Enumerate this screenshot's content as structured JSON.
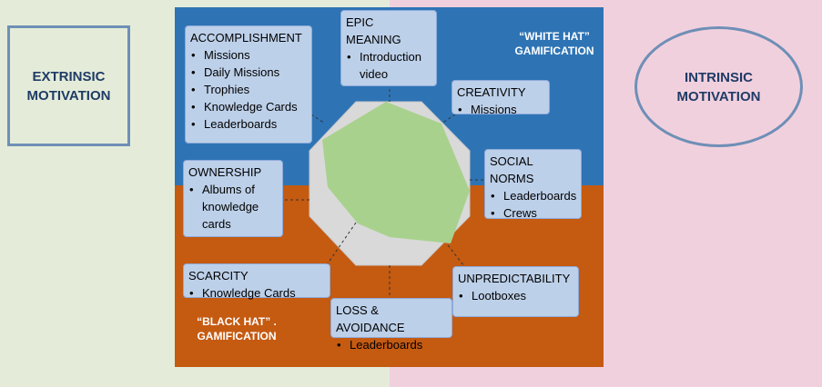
{
  "left_label": "EXTRINSIC\nMOTIVATION",
  "right_label": "INTRINSIC\nMOTIVATION",
  "white_hat_label": "“WHITE HAT”\nGAMIFICATION",
  "black_hat_label": "“BLACK HAT” .\nGAMIFICATION",
  "colors": {
    "extrinsic_bg": "#e4ecd9",
    "intrinsic_bg": "#f1d0de",
    "white_hat": "#2e74b5",
    "black_hat": "#c55a11",
    "box_fill": "#bdd0e9",
    "octagon": "#d9d9d9",
    "profile": "#a9d18e"
  },
  "drives": [
    {
      "title": "ACCOMPLISHMENT",
      "items": [
        "Missions",
        "Daily Missions",
        "Trophies",
        "Knowledge Cards",
        "Leaderboards"
      ]
    },
    {
      "title": "EPIC\nMEANING",
      "items": [
        "Introduction\nvideo"
      ]
    },
    {
      "title": "CREATIVITY",
      "items": [
        "Missions"
      ]
    },
    {
      "title": "OWNERSHIP",
      "items": [
        "Albums of\nknowledge\ncards"
      ]
    },
    {
      "title": "SOCIAL NORMS",
      "items": [
        "Leaderboards",
        "Crews"
      ]
    },
    {
      "title": "SCARCITY",
      "items": [
        "Knowledge Cards"
      ]
    },
    {
      "title": "LOSS & AVOIDANCE",
      "items": [
        "Leaderboards"
      ]
    },
    {
      "title": "UNPREDICTABILITY",
      "items": [
        "Lootboxes"
      ]
    }
  ]
}
